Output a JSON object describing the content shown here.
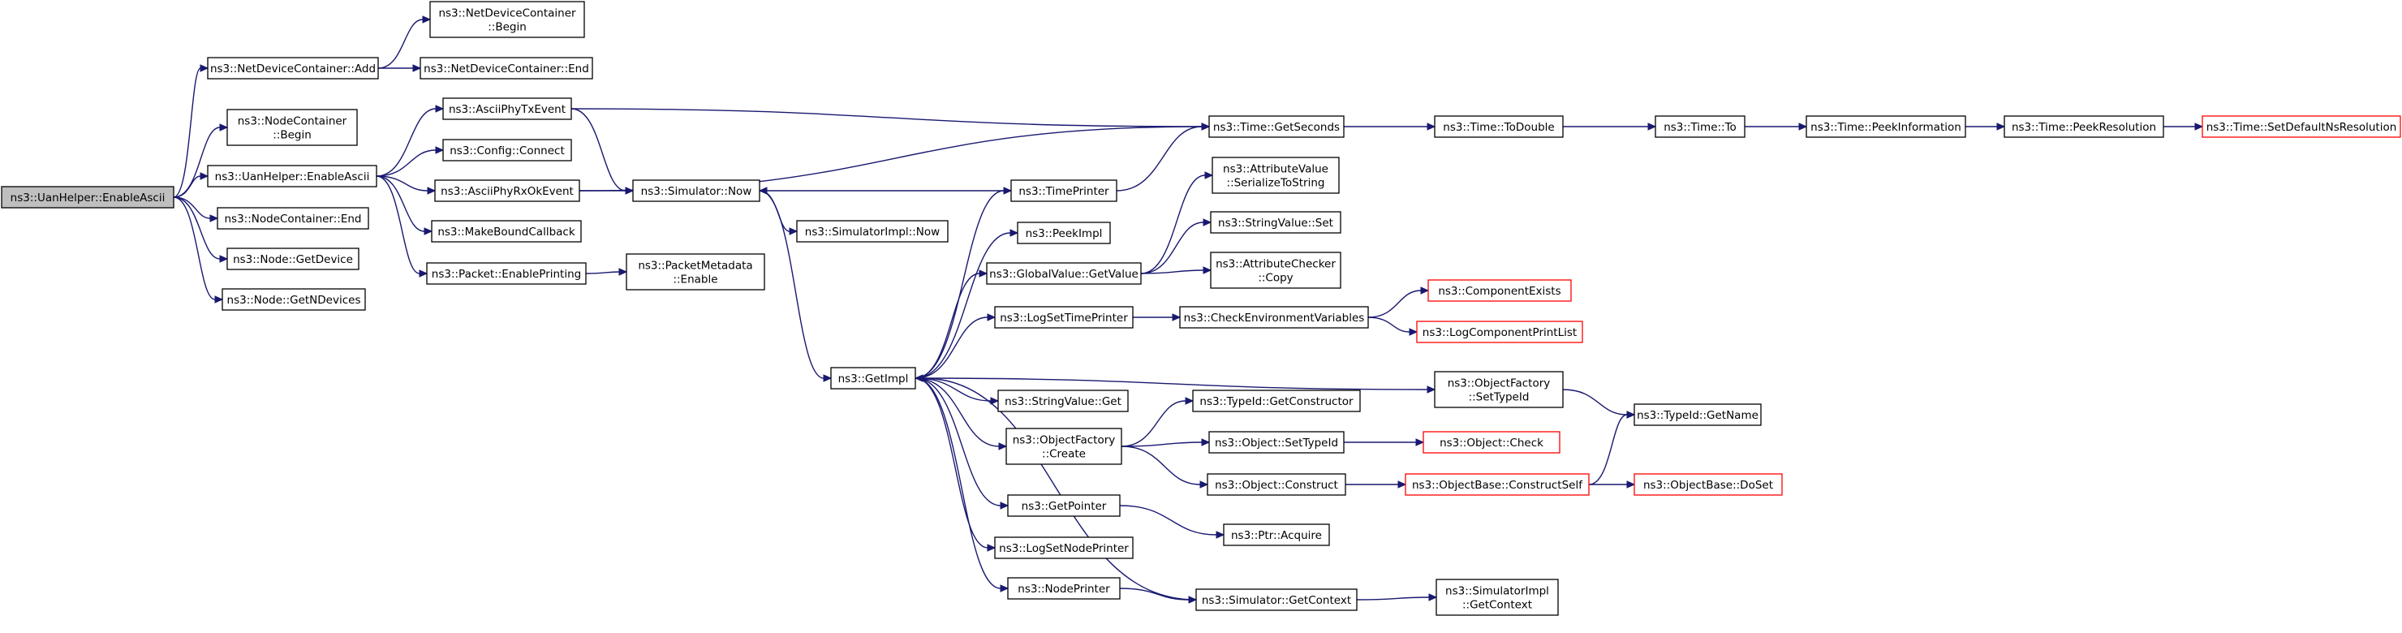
{
  "nodes": [
    {
      "id": "root",
      "lines": [
        "ns3::UanHelper::EnableAscii"
      ],
      "style": "root"
    },
    {
      "id": "ndc_add",
      "lines": [
        "ns3::NetDeviceContainer::Add"
      ]
    },
    {
      "id": "ndc_begin",
      "lines": [
        "ns3::NetDeviceContainer",
        "::Begin"
      ]
    },
    {
      "id": "ndc_end",
      "lines": [
        "ns3::NetDeviceContainer::End"
      ]
    },
    {
      "id": "nc_begin",
      "lines": [
        "ns3::NodeContainer",
        "::Begin"
      ]
    },
    {
      "id": "uan_enable",
      "lines": [
        "ns3::UanHelper::EnableAscii"
      ]
    },
    {
      "id": "nc_end",
      "lines": [
        "ns3::NodeContainer::End"
      ]
    },
    {
      "id": "node_getdevice",
      "lines": [
        "ns3::Node::GetDevice"
      ]
    },
    {
      "id": "node_getndevices",
      "lines": [
        "ns3::Node::GetNDevices"
      ]
    },
    {
      "id": "asciitx",
      "lines": [
        "ns3::AsciiPhyTxEvent"
      ]
    },
    {
      "id": "config_connect",
      "lines": [
        "ns3::Config::Connect"
      ]
    },
    {
      "id": "asciirx",
      "lines": [
        "ns3::AsciiPhyRxOkEvent"
      ]
    },
    {
      "id": "makebound",
      "lines": [
        "ns3::MakeBoundCallback"
      ]
    },
    {
      "id": "packet_enable",
      "lines": [
        "ns3::Packet::EnablePrinting"
      ]
    },
    {
      "id": "pm_enable",
      "lines": [
        "ns3::PacketMetadata",
        "::Enable"
      ]
    },
    {
      "id": "sim_now",
      "lines": [
        "ns3::Simulator::Now"
      ]
    },
    {
      "id": "simimpl_now",
      "lines": [
        "ns3::SimulatorImpl::Now"
      ]
    },
    {
      "id": "getimpl",
      "lines": [
        "ns3::GetImpl"
      ]
    },
    {
      "id": "time_getseconds",
      "lines": [
        "ns3::Time::GetSeconds"
      ]
    },
    {
      "id": "time_todouble",
      "lines": [
        "ns3::Time::ToDouble"
      ]
    },
    {
      "id": "time_to",
      "lines": [
        "ns3::Time::To"
      ]
    },
    {
      "id": "time_peekinfo",
      "lines": [
        "ns3::Time::PeekInformation"
      ]
    },
    {
      "id": "time_peekres",
      "lines": [
        "ns3::Time::PeekResolution"
      ]
    },
    {
      "id": "time_setdefault",
      "lines": [
        "ns3::Time::SetDefaultNsResolution"
      ],
      "style": "external"
    },
    {
      "id": "timeprinter",
      "lines": [
        "ns3::TimePrinter"
      ]
    },
    {
      "id": "peekimpl",
      "lines": [
        "ns3::PeekImpl"
      ]
    },
    {
      "id": "gv_getvalue",
      "lines": [
        "ns3::GlobalValue::GetValue"
      ]
    },
    {
      "id": "av_serialize",
      "lines": [
        "ns3::AttributeValue",
        "::SerializeToString"
      ]
    },
    {
      "id": "sv_set",
      "lines": [
        "ns3::StringValue::Set"
      ]
    },
    {
      "id": "ac_copy",
      "lines": [
        "ns3::AttributeChecker",
        "::Copy"
      ]
    },
    {
      "id": "logsettimeprinter",
      "lines": [
        "ns3::LogSetTimePrinter"
      ]
    },
    {
      "id": "checkenv",
      "lines": [
        "ns3::CheckEnvironmentVariables"
      ]
    },
    {
      "id": "componentexists",
      "lines": [
        "ns3::ComponentExists"
      ],
      "style": "external"
    },
    {
      "id": "logcomponentprintlist",
      "lines": [
        "ns3::LogComponentPrintList"
      ],
      "style": "external"
    },
    {
      "id": "of_settypeid",
      "lines": [
        "ns3::ObjectFactory",
        "::SetTypeId"
      ]
    },
    {
      "id": "typeid_getname",
      "lines": [
        "ns3::TypeId::GetName"
      ]
    },
    {
      "id": "sv_get",
      "lines": [
        "ns3::StringValue::Get"
      ]
    },
    {
      "id": "typeid_getconstructor",
      "lines": [
        "ns3::TypeId::GetConstructor"
      ]
    },
    {
      "id": "of_create",
      "lines": [
        "ns3::ObjectFactory",
        "::Create"
      ]
    },
    {
      "id": "obj_settypeid",
      "lines": [
        "ns3::Object::SetTypeId"
      ]
    },
    {
      "id": "obj_check",
      "lines": [
        "ns3::Object::Check"
      ],
      "style": "external"
    },
    {
      "id": "obj_construct",
      "lines": [
        "ns3::Object::Construct"
      ]
    },
    {
      "id": "ob_constructself",
      "lines": [
        "ns3::ObjectBase::ConstructSelf"
      ],
      "style": "external"
    },
    {
      "id": "ob_doset",
      "lines": [
        "ns3::ObjectBase::DoSet"
      ],
      "style": "external"
    },
    {
      "id": "getpointer",
      "lines": [
        "ns3::GetPointer"
      ]
    },
    {
      "id": "ptr_acquire",
      "lines": [
        "ns3::Ptr::Acquire"
      ]
    },
    {
      "id": "logsetnodeprinter",
      "lines": [
        "ns3::LogSetNodePrinter"
      ]
    },
    {
      "id": "nodeprinter",
      "lines": [
        "ns3::NodePrinter"
      ]
    },
    {
      "id": "sim_getcontext",
      "lines": [
        "ns3::Simulator::GetContext"
      ]
    },
    {
      "id": "simimpl_getcontext",
      "lines": [
        "ns3::SimulatorImpl",
        "::GetContext"
      ]
    }
  ],
  "edges": [
    [
      "root",
      "ndc_add"
    ],
    [
      "root",
      "nc_begin"
    ],
    [
      "root",
      "uan_enable"
    ],
    [
      "root",
      "nc_end"
    ],
    [
      "root",
      "node_getdevice"
    ],
    [
      "root",
      "node_getndevices"
    ],
    [
      "ndc_add",
      "ndc_begin"
    ],
    [
      "ndc_add",
      "ndc_end"
    ],
    [
      "uan_enable",
      "asciitx"
    ],
    [
      "uan_enable",
      "config_connect"
    ],
    [
      "uan_enable",
      "asciirx"
    ],
    [
      "uan_enable",
      "makebound"
    ],
    [
      "uan_enable",
      "packet_enable"
    ],
    [
      "asciitx",
      "time_getseconds"
    ],
    [
      "asciitx",
      "sim_now"
    ],
    [
      "asciirx",
      "time_getseconds"
    ],
    [
      "asciirx",
      "sim_now"
    ],
    [
      "packet_enable",
      "pm_enable"
    ],
    [
      "sim_now",
      "simimpl_now"
    ],
    [
      "sim_now",
      "getimpl"
    ],
    [
      "time_getseconds",
      "time_todouble"
    ],
    [
      "time_todouble",
      "time_to"
    ],
    [
      "time_to",
      "time_peekinfo"
    ],
    [
      "time_peekinfo",
      "time_peekres"
    ],
    [
      "time_peekres",
      "time_setdefault"
    ],
    [
      "timeprinter",
      "sim_now"
    ],
    [
      "timeprinter",
      "time_getseconds"
    ],
    [
      "getimpl",
      "timeprinter"
    ],
    [
      "getimpl",
      "peekimpl"
    ],
    [
      "getimpl",
      "gv_getvalue"
    ],
    [
      "getimpl",
      "logsettimeprinter"
    ],
    [
      "getimpl",
      "of_settypeid"
    ],
    [
      "getimpl",
      "sv_get"
    ],
    [
      "getimpl",
      "of_create"
    ],
    [
      "getimpl",
      "getpointer"
    ],
    [
      "getimpl",
      "logsetnodeprinter"
    ],
    [
      "getimpl",
      "nodeprinter"
    ],
    [
      "gv_getvalue",
      "av_serialize"
    ],
    [
      "gv_getvalue",
      "sv_set"
    ],
    [
      "gv_getvalue",
      "ac_copy"
    ],
    [
      "logsettimeprinter",
      "checkenv"
    ],
    [
      "checkenv",
      "componentexists"
    ],
    [
      "checkenv",
      "logcomponentprintlist"
    ],
    [
      "of_settypeid",
      "typeid_getname"
    ],
    [
      "of_create",
      "typeid_getconstructor"
    ],
    [
      "of_create",
      "obj_settypeid"
    ],
    [
      "of_create",
      "obj_construct"
    ],
    [
      "obj_settypeid",
      "obj_check"
    ],
    [
      "obj_construct",
      "ob_constructself"
    ],
    [
      "ob_constructself",
      "ob_doset"
    ],
    [
      "ob_constructself",
      "typeid_getname"
    ],
    [
      "getpointer",
      "ptr_acquire"
    ],
    [
      "nodeprinter",
      "sim_getcontext"
    ],
    [
      "sim_getcontext",
      "simimpl_getcontext"
    ],
    [
      "sim_getcontext",
      "getimpl"
    ]
  ],
  "colors": {
    "edge": "#191970",
    "node_border": "#000000",
    "external_border": "#ff0000",
    "root_fill": "#bfbfbf"
  }
}
